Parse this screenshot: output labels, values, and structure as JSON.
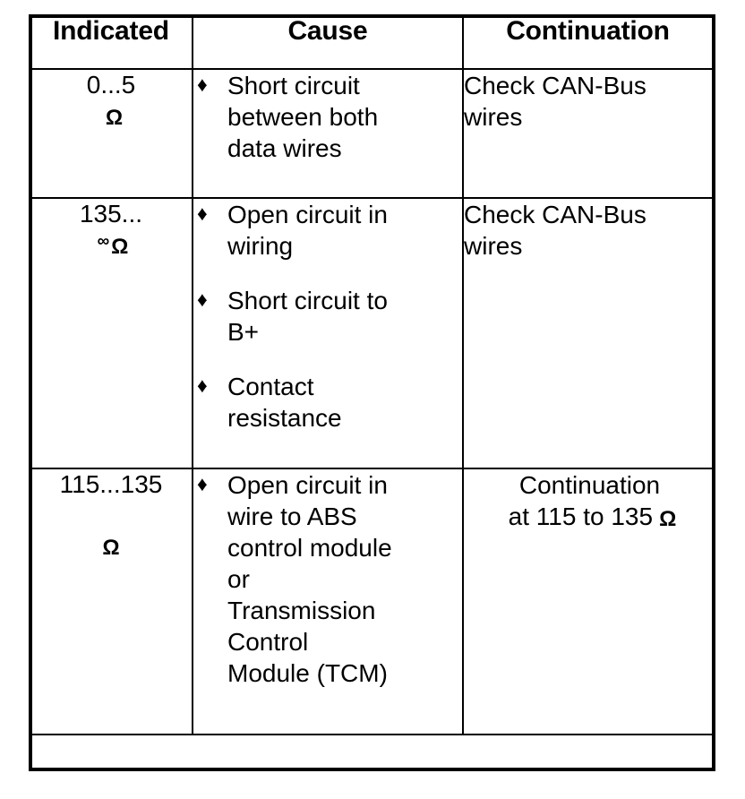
{
  "table": {
    "headers": [
      {
        "label": "Indicated"
      },
      {
        "label": "Cause"
      },
      {
        "label": "Continuation"
      }
    ],
    "rows": [
      {
        "indicated": {
          "value": "0...5",
          "unit": "Ω",
          "has_infinity": false
        },
        "causes": [
          "Short circuit\nbetween both\ndata wires"
        ],
        "continuation": {
          "text": "Check CAN-Bus\n wires",
          "style": "plain"
        }
      },
      {
        "indicated": {
          "value": "135...",
          "infinity": "∞",
          "unit": "Ω",
          "has_infinity": true
        },
        "causes": [
          "Open circuit in\nwiring",
          "Short circuit to\nB+",
          "Contact\nresistance"
        ],
        "continuation": {
          "text": "Check CAN-Bus\n wires",
          "style": "plain"
        }
      },
      {
        "indicated": {
          "value": "115...135",
          "unit": "Ω",
          "has_infinity": false
        },
        "causes": [
          "Open circuit in\nwire to ABS\ncontrol module\nor\nTransmission\nControl\nModule (TCM)"
        ],
        "continuation": {
          "style": "two-line",
          "line1": "Continuation",
          "line2_prefix": "at 115 to 135",
          "line2_unit": "Ω"
        }
      }
    ],
    "bullet_glyph": "♦"
  },
  "colors": {
    "ink": "#000000",
    "paper": "#ffffff"
  }
}
